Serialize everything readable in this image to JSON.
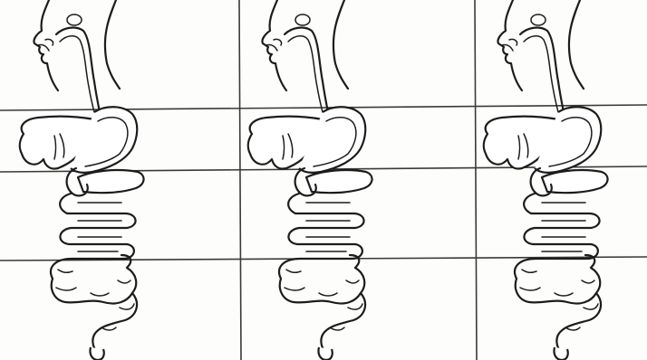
{
  "worksheet": {
    "panel_count": 3,
    "rows": 4,
    "ink_color": "#1c1c1c",
    "paper_color": "#fdfdfb",
    "panel_drawing": "human-digestive-system-outline"
  }
}
